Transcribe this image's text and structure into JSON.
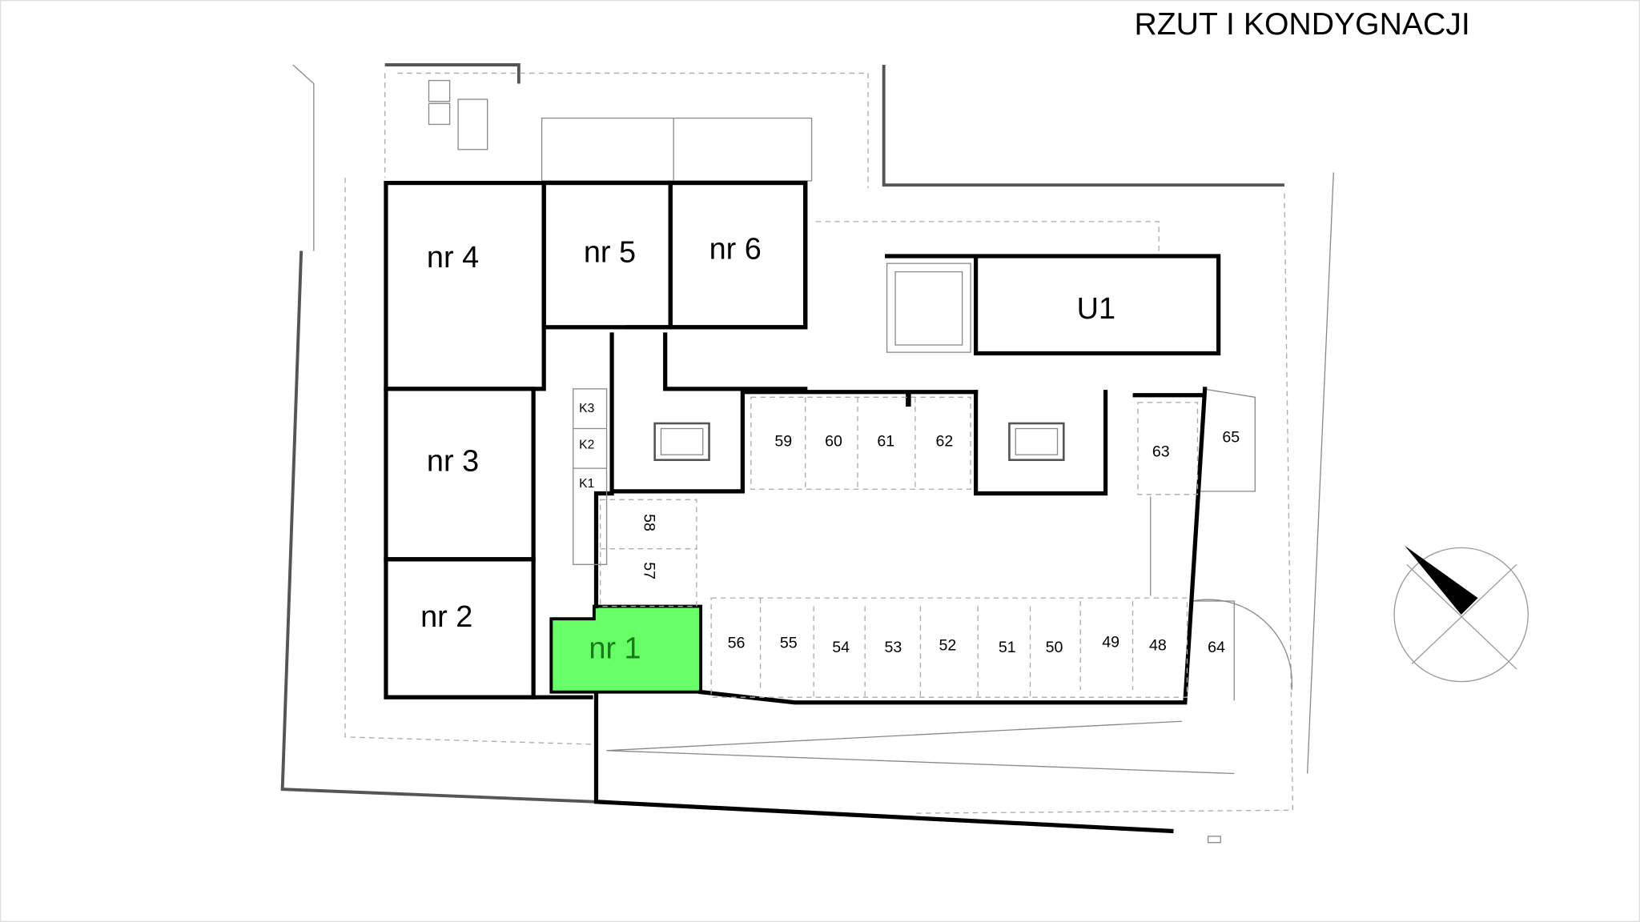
{
  "title": "RZUT  I  KONDYGNACJI",
  "colors": {
    "highlight": "#66ff66",
    "highlight_text": "#1a7a1a",
    "walls": "#000000"
  },
  "rooms": {
    "nr1": "nr 1",
    "nr2": "nr 2",
    "nr3": "nr 3",
    "nr4": "nr 4",
    "nr5": "nr 5",
    "nr6": "nr 6",
    "u1": "U1"
  },
  "storage": [
    "K3",
    "K2",
    "K1"
  ],
  "parking": {
    "p48": "48",
    "p49": "49",
    "p50": "50",
    "p51": "51",
    "p52": "52",
    "p53": "53",
    "p54": "54",
    "p55": "55",
    "p56": "56",
    "p57": "57",
    "p58": "58",
    "p59": "59",
    "p60": "60",
    "p61": "61",
    "p62": "62",
    "p63": "63",
    "p64": "64",
    "p65": "65"
  },
  "selected_unit": "nr 1",
  "icons": {
    "compass": "north-arrow-icon"
  }
}
